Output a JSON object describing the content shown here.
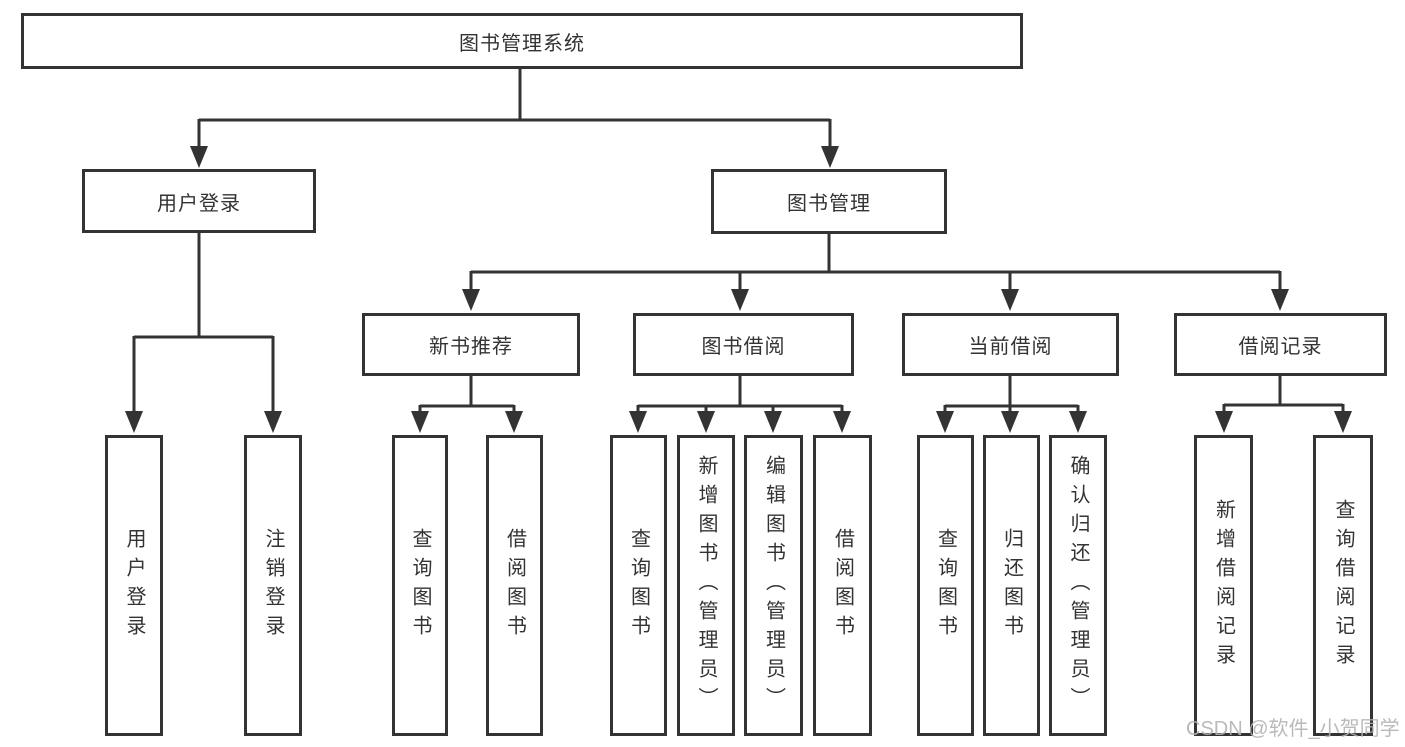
{
  "colors": {
    "line": "#333333",
    "text": "#333333",
    "background": "#ffffff",
    "watermark": "#b3b3b3"
  },
  "tree": {
    "root": {
      "label": "图书管理系统"
    },
    "branches": [
      {
        "label": "用户登录",
        "leaves": [
          "用户登录",
          "注销登录"
        ]
      },
      {
        "label": "图书管理",
        "groups": [
          {
            "label": "新书推荐",
            "leaves": [
              "查询图书",
              "借阅图书"
            ]
          },
          {
            "label": "图书借阅",
            "leaves": [
              "查询图书",
              "新增图书（管理员）",
              "编辑图书（管理员）",
              "借阅图书"
            ]
          },
          {
            "label": "当前借阅",
            "leaves": [
              "查询图书",
              "归还图书",
              "确认归还（管理员）"
            ]
          },
          {
            "label": "借阅记录",
            "leaves": [
              "新增借阅记录",
              "查询借阅记录"
            ]
          }
        ]
      }
    ]
  },
  "watermark": {
    "text": "CSDN @软件_小贺同学"
  }
}
